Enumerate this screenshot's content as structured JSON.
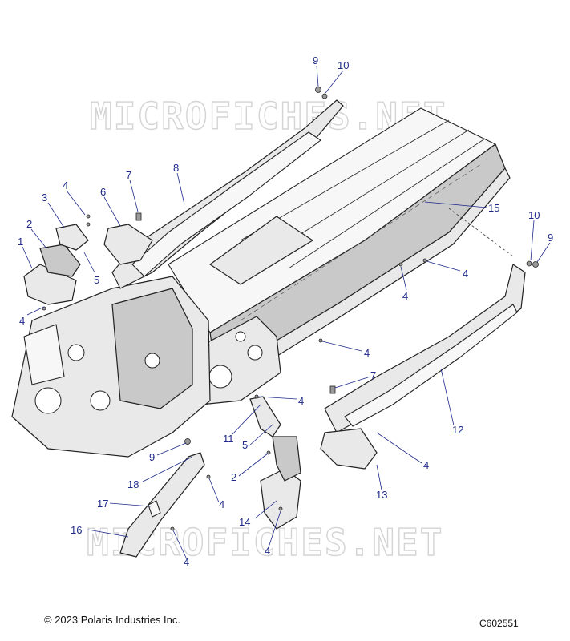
{
  "watermark": {
    "top": "MICROFICHES.NET",
    "bottom": "MICROFICHES.NET"
  },
  "callouts": [
    {
      "id": "c-9-top",
      "label": "9"
    },
    {
      "id": "c-10-top",
      "label": "10"
    },
    {
      "id": "c-8",
      "label": "8"
    },
    {
      "id": "c-7-top",
      "label": "7"
    },
    {
      "id": "c-6",
      "label": "6"
    },
    {
      "id": "c-4-a",
      "label": "4"
    },
    {
      "id": "c-3",
      "label": "3"
    },
    {
      "id": "c-2-top",
      "label": "2"
    },
    {
      "id": "c-1",
      "label": "1"
    },
    {
      "id": "c-5-top",
      "label": "5"
    },
    {
      "id": "c-4-b",
      "label": "4"
    },
    {
      "id": "c-15",
      "label": "15"
    },
    {
      "id": "c-10-right",
      "label": "10"
    },
    {
      "id": "c-9-right",
      "label": "9"
    },
    {
      "id": "c-4-c",
      "label": "4"
    },
    {
      "id": "c-4-d",
      "label": "4"
    },
    {
      "id": "c-4-e",
      "label": "4"
    },
    {
      "id": "c-7-right",
      "label": "7"
    },
    {
      "id": "c-4-f",
      "label": "4"
    },
    {
      "id": "c-12",
      "label": "12"
    },
    {
      "id": "c-11",
      "label": "11"
    },
    {
      "id": "c-5-bottom",
      "label": "5"
    },
    {
      "id": "c-9-bottom",
      "label": "9"
    },
    {
      "id": "c-4-g",
      "label": "4"
    },
    {
      "id": "c-2-bottom",
      "label": "2"
    },
    {
      "id": "c-18",
      "label": "18"
    },
    {
      "id": "c-13",
      "label": "13"
    },
    {
      "id": "c-4-h",
      "label": "4"
    },
    {
      "id": "c-17",
      "label": "17"
    },
    {
      "id": "c-14",
      "label": "14"
    },
    {
      "id": "c-16",
      "label": "16"
    },
    {
      "id": "c-4-i",
      "label": "4"
    },
    {
      "id": "c-4-j",
      "label": "4"
    }
  ],
  "footer": {
    "copyright": "© 2023 Polaris Industries Inc.",
    "diagram_code": "C602551"
  }
}
